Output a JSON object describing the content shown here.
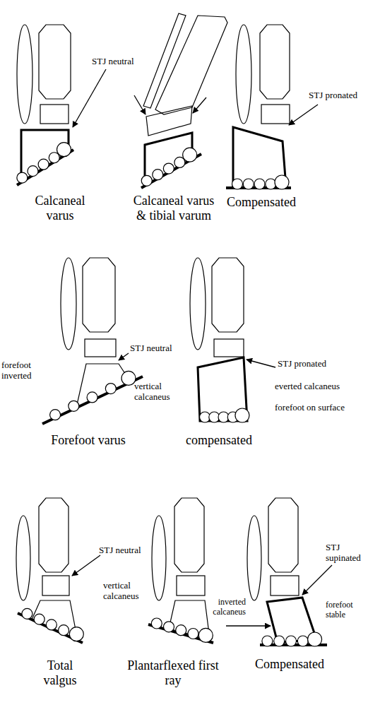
{
  "diagram": {
    "labels": [
      "STJ neutral",
      "STJ pronated",
      "Calcaneal varus",
      "Calcaneal varus & tibial varum",
      "Compensated",
      "forefoot inverted",
      "STJ neutral",
      "vertical calcaneus",
      "STJ pronated",
      "everted calcaneus",
      "forefoot on surface",
      "Forefoot varus",
      "compensated",
      "STJ neutral",
      "STJ supinated",
      "vertical calcaneus",
      "inverted calcaneus",
      "forefoot stable",
      "Total valgus",
      "Plantarflexed first ray",
      "Compensated"
    ]
  }
}
